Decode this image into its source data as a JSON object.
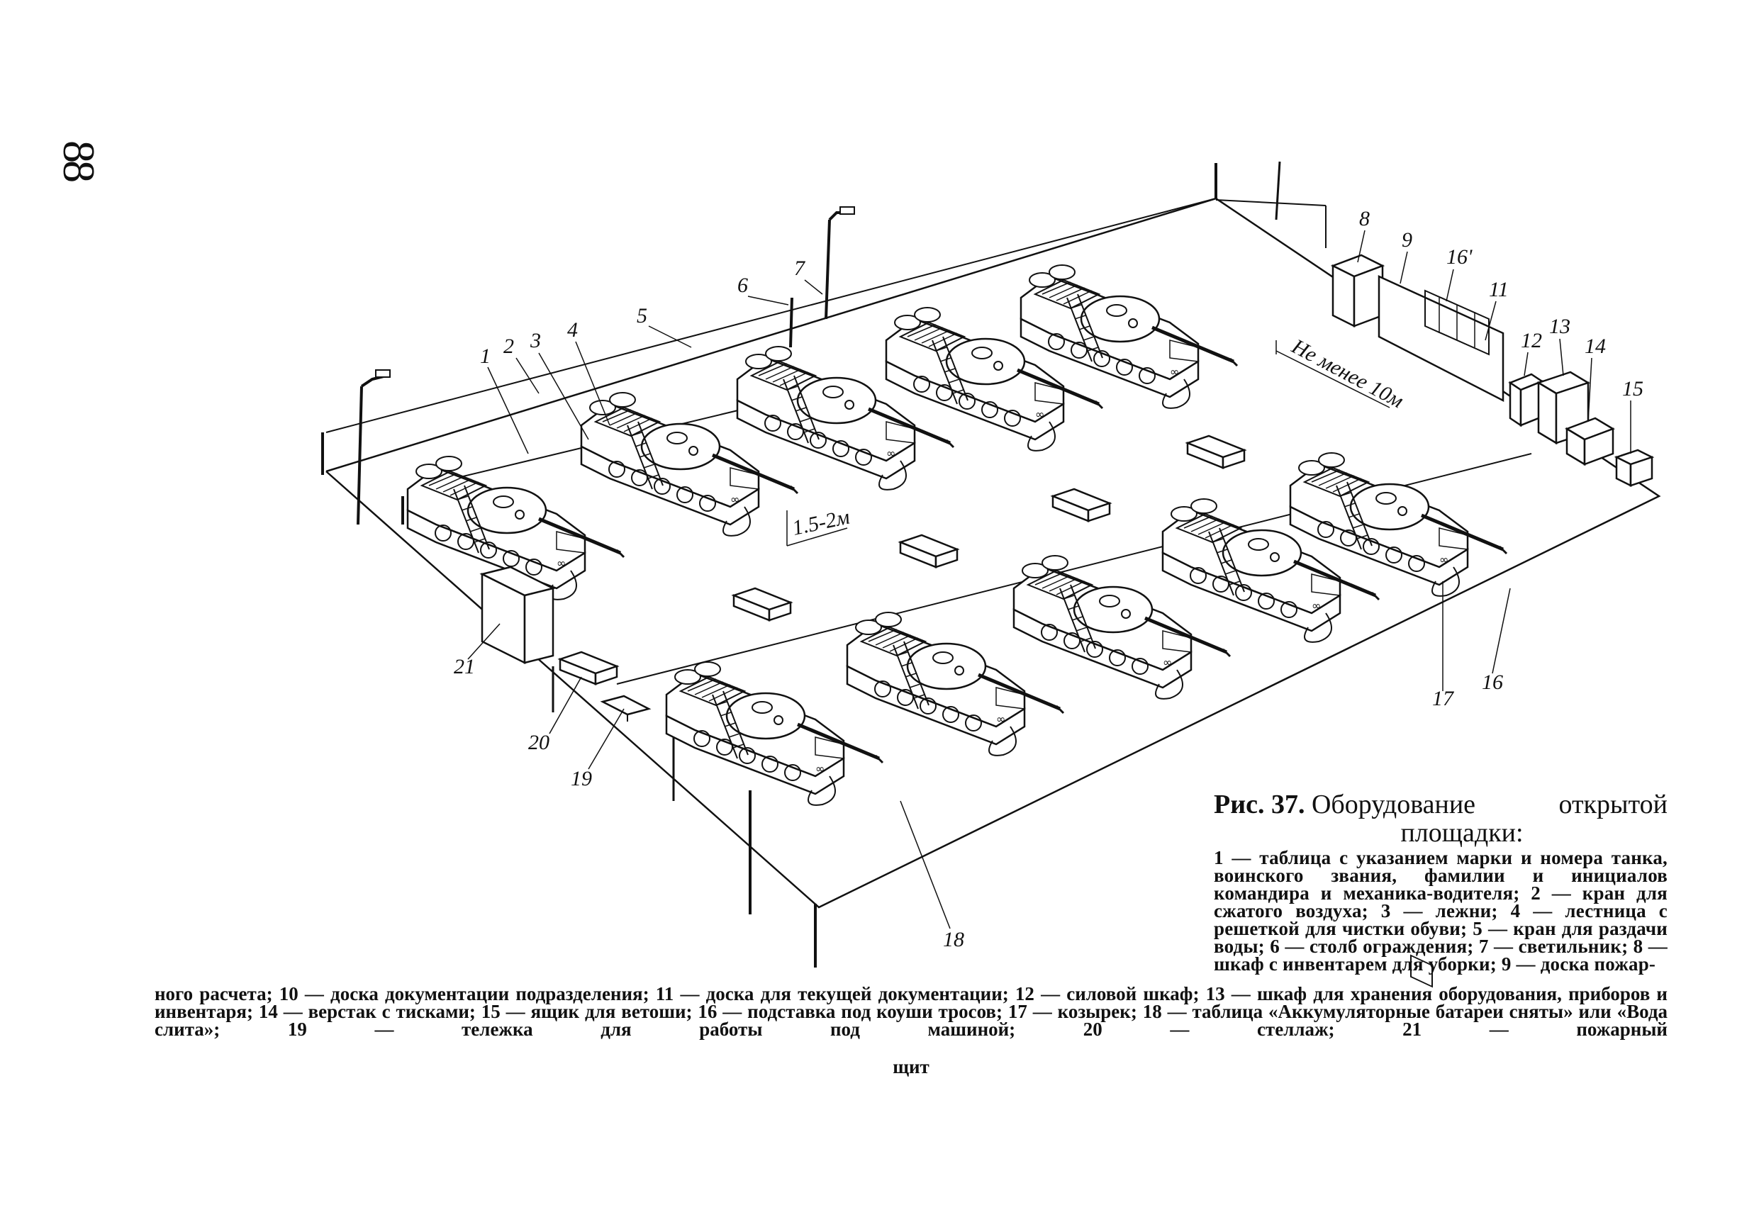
{
  "page_number": "88",
  "dimension_labels": {
    "distance_min": "Не менее 10м",
    "gap": "1.5-2м"
  },
  "callouts": [
    "1",
    "2",
    "3",
    "4",
    "5",
    "6",
    "7",
    "8",
    "9",
    "16'",
    "11",
    "12",
    "13",
    "14",
    "15",
    "21",
    "20",
    "19",
    "18",
    "17",
    "16"
  ],
  "caption": {
    "figure": "Рис. 37.",
    "title_word1": "Оборудование",
    "title_word2": "открытой",
    "title_line2": "площадки:",
    "right_column": "1 — таблица с указанием марки и номера танка, воинского звания, фамилии и инициалов командира и механика-водителя; 2 — кран для сжатого воздуха; 3 — лежни; 4 — лестница с решеткой для чистки обуви; 5 — кран для раздачи воды; 6 — столб ограждения; 7 — светильник; 8 — шкаф с инвентарем для уборки; 9 — доска пожар-",
    "full_width": "ного расчета; 10 — доска документации подразделения; 11 — доска для текущей документации; 12 — силовой шкаф; 13 — шкаф для хранения оборудования, приборов и инвентаря; 14 — верстак с тисками; 15 — ящик для ветоши; 16 — подставка под коуши тросов; 17 — козырек; 18 — таблица «Аккумуляторные батареи сняты» или «Вода слита»; 19 — тележка для работы под машиной; 20 — стеллаж; 21 — пожарный",
    "last_line": "щит"
  }
}
